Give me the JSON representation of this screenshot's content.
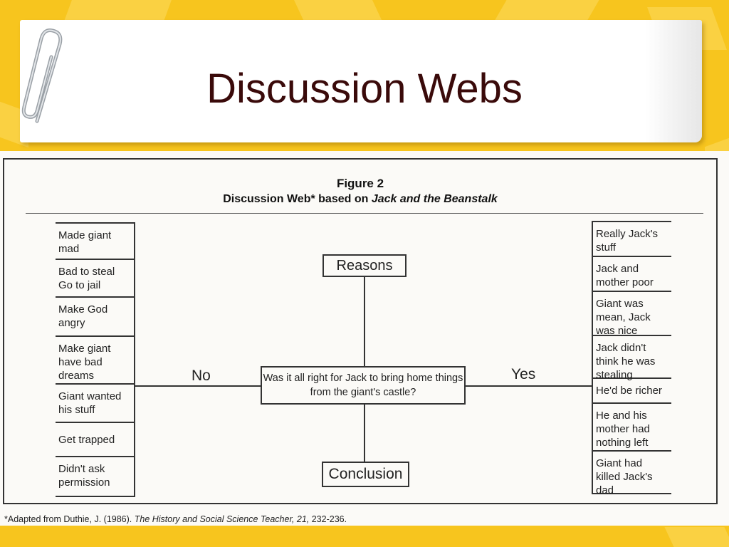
{
  "slide": {
    "title": "Discussion Webs"
  },
  "figure": {
    "heading": "Figure 2",
    "subtitle_prefix": "Discussion Web* based on ",
    "subtitle_story": "Jack and the Beanstalk",
    "question": "Was it all right for Jack to bring home things from the giant's castle?",
    "reasons_label": "Reasons",
    "conclusion_label": "Conclusion",
    "no_label": "No",
    "yes_label": "Yes",
    "no_reasons": [
      "Made giant mad",
      "Bad to steal Go to jail",
      "Make God angry",
      "Make giant have bad dreams",
      "Giant wanted his stuff",
      "Get trapped",
      "Didn't ask permission"
    ],
    "yes_reasons": [
      "Really Jack's stuff",
      "Jack and mother poor",
      "Giant was mean, Jack was nice",
      "Jack didn't think he was stealing",
      "He'd be richer",
      "He and his mother had nothing left",
      "Giant had killed Jack's dad"
    ],
    "footnote_prefix": "*Adapted from Duthie, J. (1986). ",
    "footnote_journal": "The History and Social Science Teacher, 21,",
    "footnote_pages": " 232-236."
  },
  "colors": {
    "background": "#f7c51e",
    "title_text": "#3a0a0a",
    "paper": "#fbfaf7"
  }
}
